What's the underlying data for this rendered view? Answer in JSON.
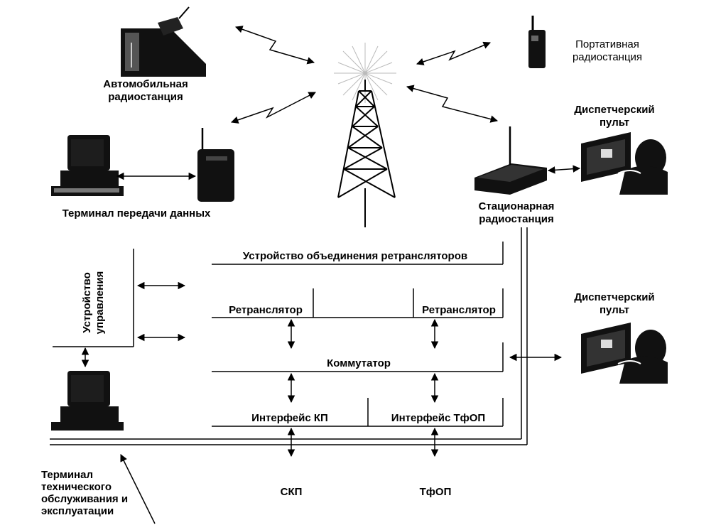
{
  "labels": {
    "car_radio": "Автомобильная радиостанция",
    "portable_radio": "Портативная радиостанция",
    "dispatcher_console_top": "Диспетчерский пульт",
    "data_terminal": "Терминал передачи данных",
    "stationary_radio": "Стационарная радиостанция",
    "repeater_combiner": "Устройство объединения ретрансляторов",
    "repeater_1": "Ретранслятор",
    "repeater_2": "Ретранслятор",
    "switch": "Коммутатор",
    "interface_kp": "Интерфейс КП",
    "interface_tfop": "Интерфейс ТфОП",
    "control_device": "Устройство управления",
    "dispatcher_console_bottom": "Диспетчерский пульт",
    "maintenance_terminal": "Терминал технического обслуживания и эксплуатации",
    "skp": "СКП",
    "tfop": "ТфОП"
  },
  "colors": {
    "ink": "#000000",
    "paper": "#ffffff",
    "device_dark": "#111111",
    "screen_grey": "#cfcfcf"
  },
  "icons": {
    "tower": "radio-tower-icon",
    "car_radio": "car-radio-icon",
    "portable_radio": "walkie-talkie-icon",
    "data_terminal": "computer-terminal-icon",
    "data_radio": "radio-modem-icon",
    "stationary_radio": "base-station-icon",
    "dispatcher": "dispatcher-operator-icon",
    "maintenance": "computer-terminal-icon"
  }
}
